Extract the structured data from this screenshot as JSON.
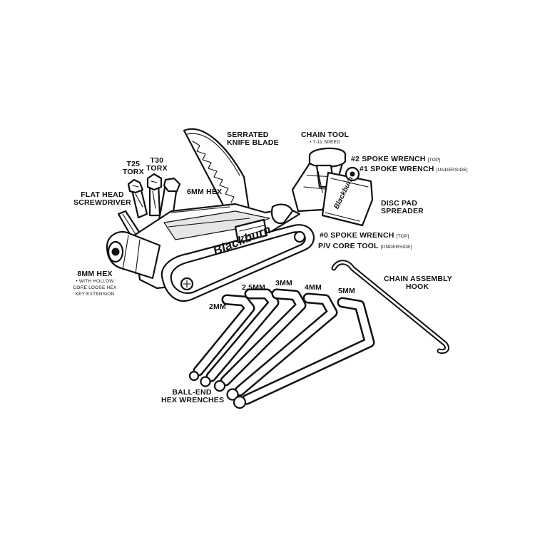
{
  "brand_logo": "Blackburn",
  "labels": {
    "serrated_knife": {
      "line1": "SERRATED",
      "line2": "KNIFE BLADE"
    },
    "chain_tool": {
      "line1": "CHAIN TOOL",
      "sub": "• 7-11 SPEED"
    },
    "spoke_wrench_2": {
      "main": "#2 SPOKE WRENCH",
      "note": "[TOP]"
    },
    "spoke_wrench_1": {
      "main": "#1 SPOKE WRENCH",
      "note": "[UNDERSIDE]"
    },
    "t25": {
      "line1": "T25",
      "line2": "TORX"
    },
    "t30": {
      "line1": "T30",
      "line2": "TORX"
    },
    "hex_6mm": "6MM HEX",
    "flat_head": {
      "line1": "FLAT HEAD",
      "line2": "SCREWDRIVER"
    },
    "disc_pad": {
      "line1": "DISC PAD",
      "line2": "SPREADER"
    },
    "spoke_wrench_0": {
      "main": "#0 SPOKE WRENCH",
      "note": "[TOP]"
    },
    "pv_core": {
      "main": "P/V CORE TOOL",
      "note": "[UNDERSIDE]"
    },
    "hex_8mm": {
      "line1": "8MM HEX",
      "sub1": "• WITH HOLLOW",
      "sub2": "CORE LOOSE HEX",
      "sub3": "KEY EXTENSION"
    },
    "chain_hook": {
      "line1": "CHAIN ASSEMBLY",
      "line2": "HOOK"
    },
    "size_2mm": "2MM",
    "size_2_5mm": "2.5MM",
    "size_3mm": "3MM",
    "size_4mm": "4MM",
    "size_5mm": "5MM",
    "ball_end": {
      "line1": "BALL-END",
      "line2": "HEX WRENCHES"
    }
  },
  "colors": {
    "ink": "#111111",
    "paper": "#ffffff",
    "shade": "#e6e6e6"
  }
}
